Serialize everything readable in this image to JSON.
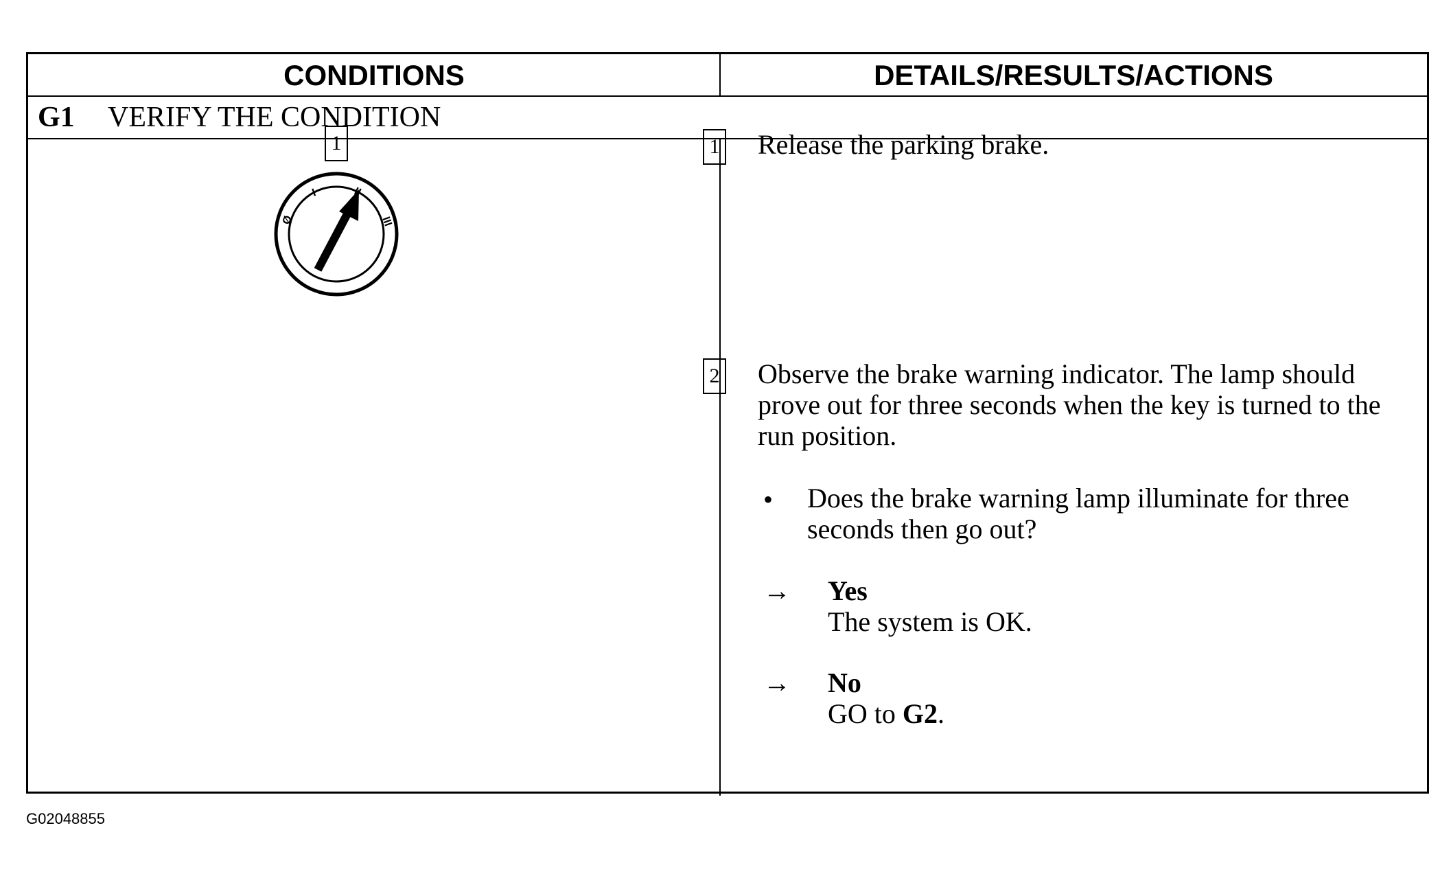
{
  "header": {
    "conditions": "CONDITIONS",
    "details": "DETAILS/RESULTS/ACTIONS"
  },
  "step": {
    "id": "G1",
    "title": "VERIFY THE CONDITION"
  },
  "left": {
    "number": "1",
    "icon": "ignition-key-run-position-icon",
    "dial_labels": [
      "Ø",
      "I",
      "II",
      "III"
    ]
  },
  "actions": [
    {
      "number": "1",
      "text": "Release the parking brake."
    },
    {
      "number": "2",
      "text": "Observe the brake warning indicator. The lamp should prove out for three seconds when the key is turned to the run position."
    }
  ],
  "question": {
    "bullet": "•",
    "text": "Does the brake warning lamp illuminate for three seconds then go out?"
  },
  "answers": {
    "arrow": "→",
    "yes_label": "Yes",
    "yes_text": "The system is OK.",
    "no_label": "No",
    "no_text_prefix": "GO to ",
    "no_text_target": "G2",
    "no_text_suffix": "."
  },
  "figure_code": "G02048855"
}
